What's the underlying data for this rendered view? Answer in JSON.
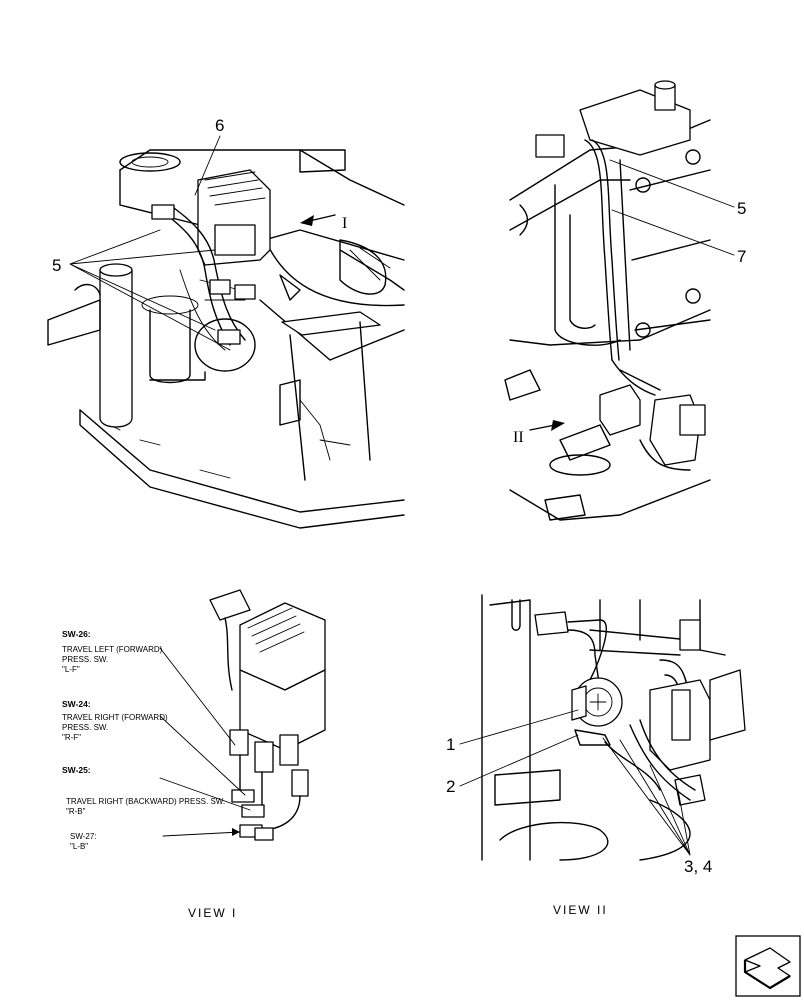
{
  "callouts": {
    "top_left": [
      "6",
      "5"
    ],
    "top_right": [
      "5",
      "7"
    ],
    "bottom_right": [
      "1",
      "2",
      "3, 4"
    ]
  },
  "view_markers": {
    "arrow_1": "I",
    "arrow_2": "II"
  },
  "switch_labels": [
    {
      "code": "SW-26:",
      "desc_1": "TRAVEL LEFT (FORWARD)",
      "desc_2": "PRESS. SW.",
      "desc_3": "\"L-F\""
    },
    {
      "code": "SW-24:",
      "desc_1": "TRAVEL RIGHT (FORWARD)",
      "desc_2": "PRESS. SW.",
      "desc_3": "\"R-F\""
    },
    {
      "code": "SW-25:",
      "desc_1": "TRAVEL RIGHT (BACKWARD)  PRESS. SW.",
      "desc_2": "\"R-B\""
    },
    {
      "code": "SW-27:",
      "desc_1": "\"L-B\""
    }
  ],
  "view_captions": {
    "view_1": "VIEW  I",
    "view_2": "VIEW  II"
  },
  "nav": {
    "icon": "page-navigation-arrow-icon"
  }
}
